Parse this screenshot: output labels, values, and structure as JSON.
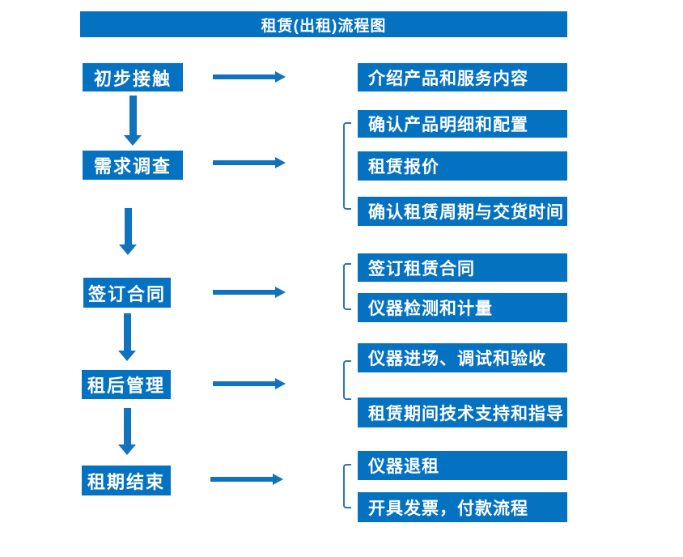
{
  "title": "租赁(出租)流程图",
  "colors": {
    "box_blue": "#0572C1",
    "arrow_blue": "#1173BE",
    "bracket_blue": "#2E75B6",
    "text_white": "#FFFFFF"
  },
  "stages": [
    {
      "label": "初步接触",
      "outputs": [
        "介绍产品和服务内容"
      ]
    },
    {
      "label": "需求调查",
      "outputs": [
        "确认产品明细和配置",
        "租赁报价",
        "确认租赁周期与交货时间"
      ]
    },
    {
      "label": "签订合同",
      "outputs": [
        "签订租赁合同",
        "仪器检测和计量"
      ]
    },
    {
      "label": "租后管理",
      "outputs": [
        "仪器进场、调试和验收",
        "租赁期间技术支持和指导"
      ]
    },
    {
      "label": "租期结束",
      "outputs": [
        "仪器退租",
        "开具发票，付款流程"
      ]
    }
  ]
}
